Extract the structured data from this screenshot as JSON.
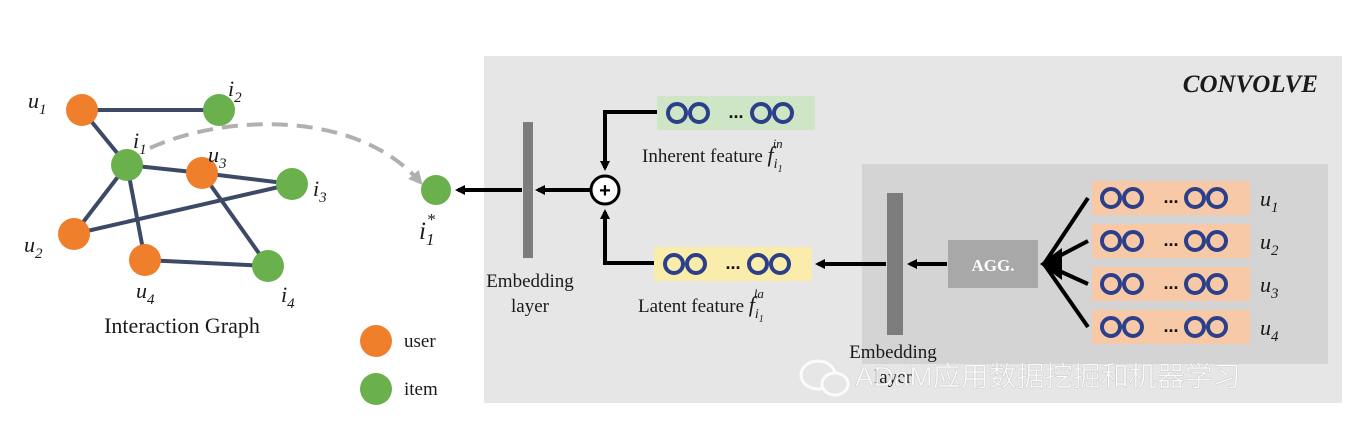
{
  "graph": {
    "caption": "Interaction Graph",
    "nodes": [
      {
        "id": "u1",
        "label": "u",
        "sub": "1",
        "kind": "user"
      },
      {
        "id": "u2",
        "label": "u",
        "sub": "2",
        "kind": "user"
      },
      {
        "id": "u3",
        "label": "u",
        "sub": "3",
        "kind": "user"
      },
      {
        "id": "u4",
        "label": "u",
        "sub": "4",
        "kind": "user"
      },
      {
        "id": "i1",
        "label": "i",
        "sub": "1",
        "kind": "item"
      },
      {
        "id": "i2",
        "label": "i",
        "sub": "2",
        "kind": "item"
      },
      {
        "id": "i3",
        "label": "i",
        "sub": "3",
        "kind": "item"
      },
      {
        "id": "i4",
        "label": "i",
        "sub": "4",
        "kind": "item"
      }
    ],
    "edges": [
      [
        "u1",
        "i2"
      ],
      [
        "u1",
        "i1"
      ],
      [
        "i1",
        "u3"
      ],
      [
        "i1",
        "u2"
      ],
      [
        "i1",
        "u4"
      ],
      [
        "u3",
        "i3"
      ],
      [
        "u3",
        "i4"
      ],
      [
        "u2",
        "i3"
      ],
      [
        "u4",
        "i4"
      ]
    ]
  },
  "legend": {
    "user": "user",
    "item": "item"
  },
  "colors": {
    "user": "#f07f2c",
    "item": "#6ab04c",
    "edge": "#3d4a66",
    "panel_outer": "#e6e6e6",
    "panel_inner": "#d4d4d4",
    "inherent_bg": "#cfe6c6",
    "latent_bg": "#faecaa",
    "user_row_bg": "#f8c9a6",
    "ring": "#2c3f8a",
    "agg_box": "#a8a8a8",
    "embed_bar": "#7d7d7d",
    "dashed": "#b0b0b0"
  },
  "output": {
    "label": "i",
    "sub": "1",
    "sup": "*"
  },
  "convolve": {
    "title": "CONVOLVE"
  },
  "embedding_outer": {
    "line1": "Embedding",
    "line2": "layer"
  },
  "embedding_inner": {
    "line1": "Embedding",
    "line2": "layer"
  },
  "inherent": {
    "text": "Inherent feature",
    "sym": "f",
    "sub": "i",
    "subsub": "1",
    "sup": "in",
    "dots": "..."
  },
  "latent": {
    "text": "Latent feature",
    "sym": "f",
    "sub": "i",
    "subsub": "1",
    "sup": "la",
    "dots": "..."
  },
  "plus_symbol": "+",
  "agg": {
    "label": "AGG."
  },
  "users": [
    {
      "label": "u",
      "sub": "1"
    },
    {
      "label": "u",
      "sub": "2"
    },
    {
      "label": "u",
      "sub": "3"
    },
    {
      "label": "u",
      "sub": "4"
    }
  ],
  "user_row_dots": "...",
  "watermark": {
    "text": "ADaM应用数据挖掘和机器学习"
  }
}
